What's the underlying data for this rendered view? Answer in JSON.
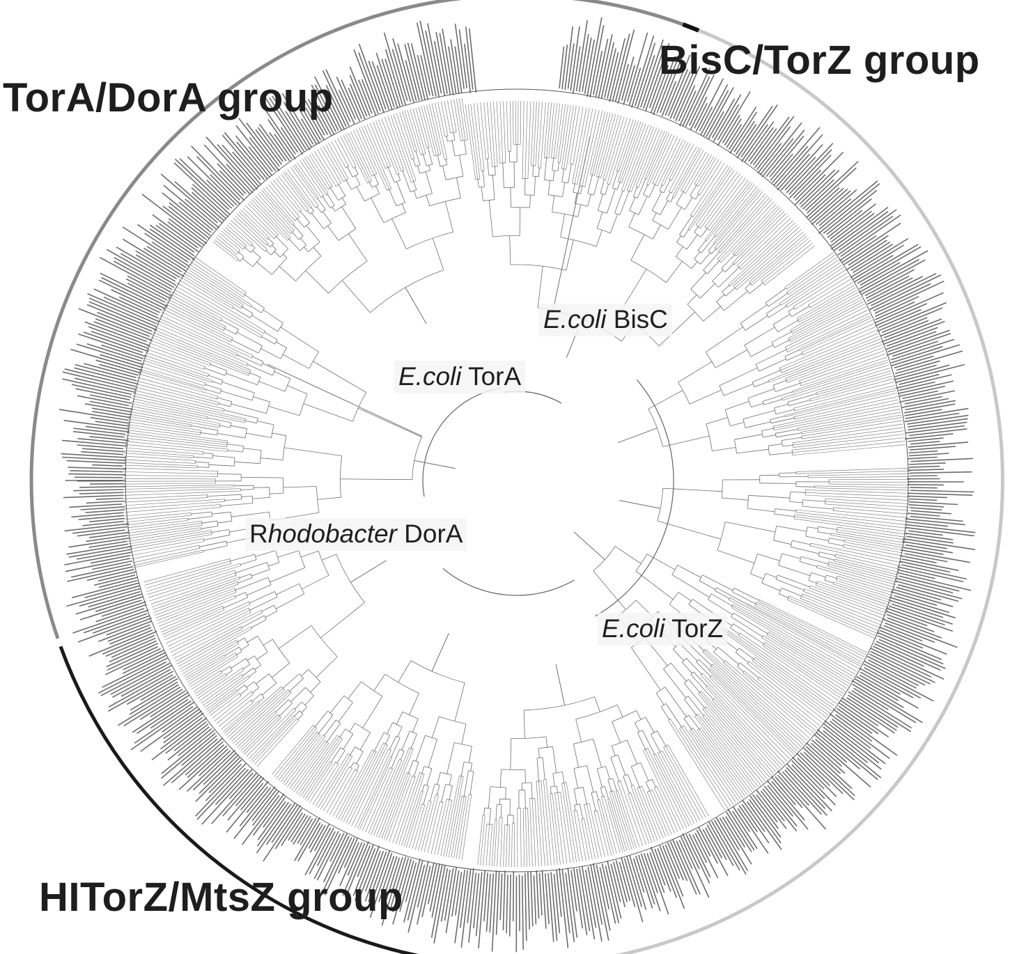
{
  "groups": {
    "tora_dora": {
      "label": "TorA/DorA group",
      "color": "#8a8a8a"
    },
    "bisc_torz": {
      "label": "BisC/TorZ group",
      "color": "#c8c8c8"
    },
    "hitorz_mtsz": {
      "label": "HITorZ/MtsZ group",
      "color": "#1a1a1a"
    }
  },
  "markers": {
    "ecoli_tora": {
      "species": "E.coli",
      "gene": "TorA"
    },
    "ecoli_bisc": {
      "species": "E.coli",
      "gene": "BisC"
    },
    "rhodobacter_dora": {
      "prefix": "R",
      "species": "hodobacter",
      "gene": "DorA"
    },
    "ecoli_torz": {
      "species": "E.coli",
      "gene": "TorZ"
    }
  },
  "colors": {
    "branch": "#6e6e6e",
    "leaf_band": "#3a3a3a",
    "text": "#1e1e1e"
  }
}
